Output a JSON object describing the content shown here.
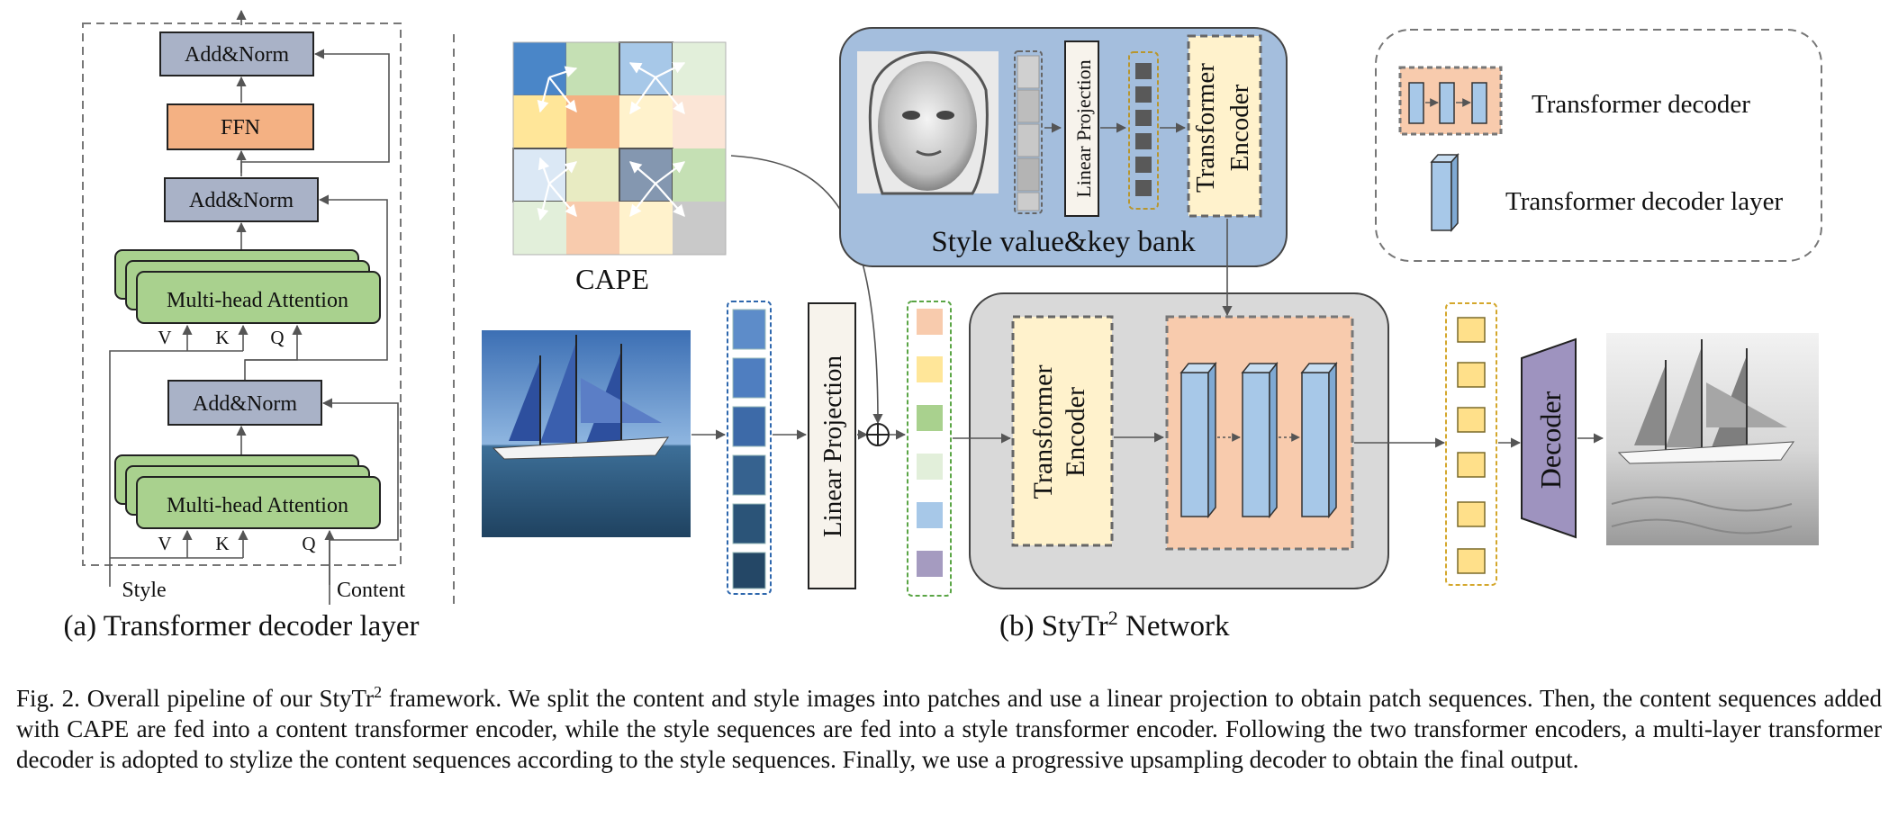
{
  "panel_a": {
    "add_norm_label": "Add&Norm",
    "ffn_label": "FFN",
    "mha_label": "Multi-head Attention",
    "v_label": "V",
    "k_label": "K",
    "q_label": "Q",
    "style_label": "Style",
    "content_label": "Content",
    "caption": "(a) Transformer decoder layer"
  },
  "panel_b": {
    "cape_label": "CAPE",
    "linear_projection_label": "Linear Projection",
    "transformer_label": "Transformer",
    "encoder_label": "Encoder",
    "style_bank_label": "Style value&key bank",
    "decoder_label": "Decoder",
    "caption_prefix": "(b) StyTr",
    "caption_sup": "2",
    "caption_suffix": " Network"
  },
  "legend": {
    "decoder_label": "Transformer decoder",
    "decoder_layer_label": "Transformer decoder layer"
  },
  "figure_caption": {
    "prefix": "Fig. 2.  Overall pipeline of our StyTr",
    "sup": "2",
    "body": " framework. We split the content and style images into patches and use a linear projection to obtain patch sequences. Then, the content sequences added with CAPE are fed into a content transformer encoder, while the style sequences are fed into a style transformer encoder. Following the two transformer encoders, a multi-layer transformer decoder is adopted to stylize the content sequences according to the style sequences. Finally, we use a progressive upsampling decoder to obtain the final output."
  },
  "colors": {
    "addnorm": "#a9b2c7",
    "ffn": "#f4b183",
    "attention": "#a9d18e",
    "bank": "#a4bedd",
    "network": "#d9d9d9",
    "encoder": "#fff2cc",
    "decoder_block": "#f8cbad",
    "decoder_layer": "#a7c8e8",
    "decoder_trap": "#9e93bf"
  }
}
